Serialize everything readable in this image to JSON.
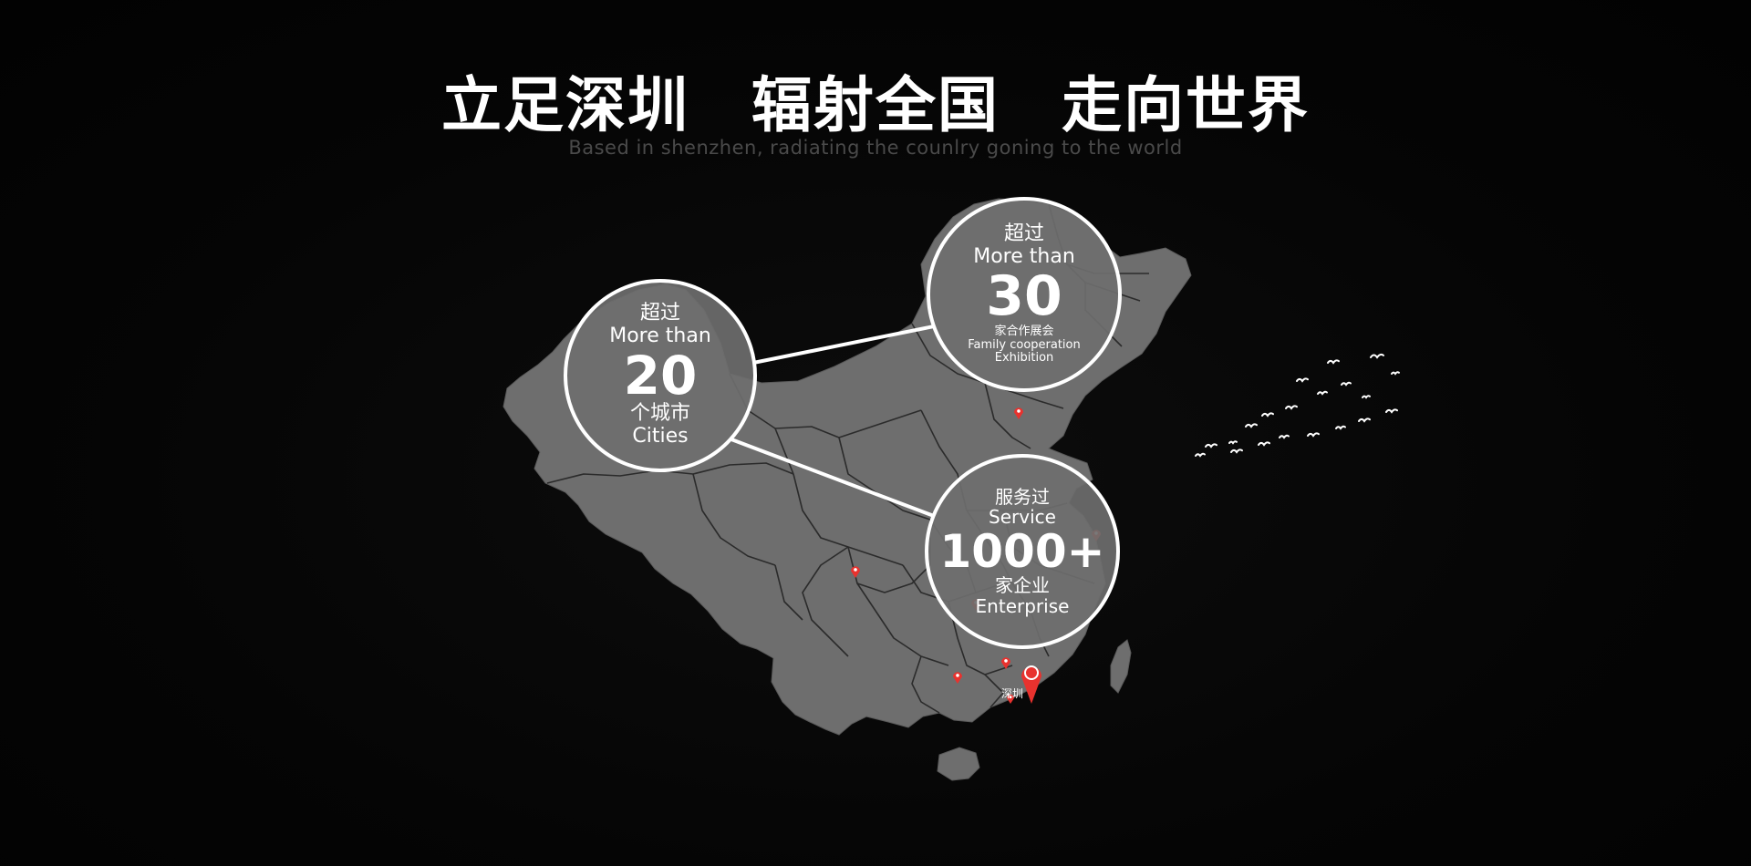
{
  "headline": {
    "part1": "立足深圳",
    "part2": "辐射全国",
    "part3": "走向世界"
  },
  "subtitle": "Based in shenzhen, radiating the counlry goning to the world",
  "bubbles": {
    "cities": {
      "prefix_cn": "超过",
      "prefix_en": "More than",
      "number": "20",
      "suffix_cn": "个城市",
      "suffix_en": "Cities"
    },
    "exhibition": {
      "prefix_cn": "超过",
      "prefix_en": "More than",
      "number": "30",
      "suffix_cn": "家合作展会",
      "suffix_en_1": "Family cooperation",
      "suffix_en_2": "Exhibition"
    },
    "enterprise": {
      "prefix_cn": "服务过",
      "prefix_en": "Service",
      "number": "1000+",
      "suffix_cn": "家企业",
      "suffix_en": "Enterprise"
    }
  },
  "map": {
    "highlight_city": "深圳",
    "land_color": "#6e6e6e",
    "border_color": "#2b2b2b",
    "pin_color": "#e8322e"
  }
}
